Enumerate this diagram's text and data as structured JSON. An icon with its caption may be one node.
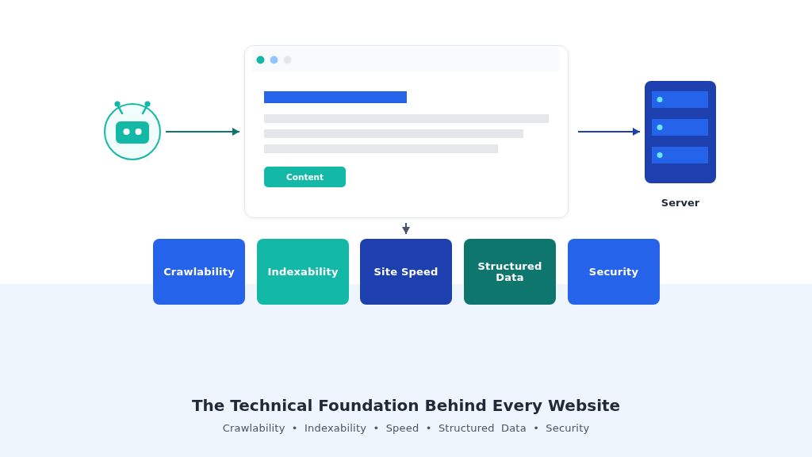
{
  "diagram": {
    "title": "The Technical Foundation Behind Every Website",
    "caption": "Crawlability • Indexability • Speed • Structured Data • Security",
    "nodes": [
      {
        "text": [],
        "shape": "picture"
      },
      {
        "text": [],
        "shape": "box"
      },
      {
        "text": [
          "Content"
        ],
        "in": 1
      },
      {
        "text": [
          "Server"
        ]
      },
      {
        "text": [
          "Crawlability"
        ]
      },
      {
        "text": [
          "Indexability"
        ]
      },
      {
        "text": [
          "Site Speed"
        ]
      },
      {
        "text": [
          "Structured Data"
        ]
      },
      {
        "text": [
          "Security"
        ]
      }
    ],
    "edges": [
      {
        "from": 0,
        "to": 1,
        "arrow": "to",
        "color": "#0f766e"
      },
      {
        "from": 1,
        "to": 3,
        "arrow": "to",
        "color": "#1e40af"
      },
      {
        "from": 1,
        "to": 6,
        "arrow": "to",
        "color": "#475569"
      }
    ]
  }
}
